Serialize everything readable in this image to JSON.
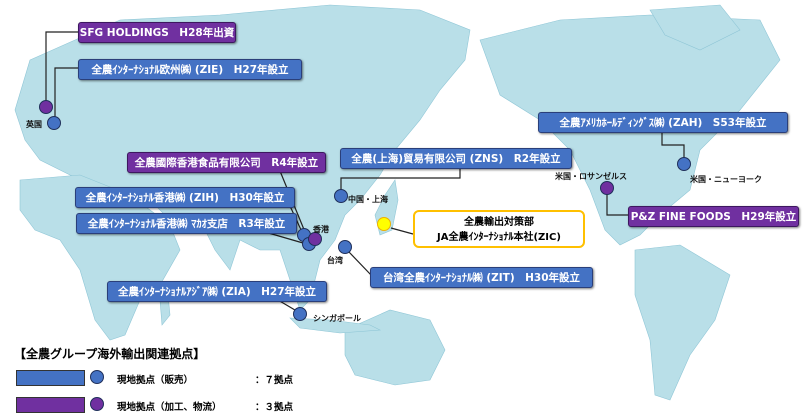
{
  "offices": {
    "sfg": "SFG HOLDINGS　H28年出資",
    "zie": "全農ｲﾝﾀｰﾅｼｮﾅﾙ欧州㈱ (ZIE)　H27年設立",
    "hkfood": "全農國際香港食品有限公司　R4年設立",
    "zns": "全農(上海)貿易有限公司 (ZNS)　R2年設立",
    "zih": "全農ｲﾝﾀｰﾅｼｮﾅﾙ香港㈱ (ZIH)　H30年設立",
    "macau": "全農ｲﾝﾀｰﾅｼｮﾅﾙ香港㈱ ﾏｶｵ支店　R3年設立",
    "zit": "台湾全農ｲﾝﾀｰﾅｼｮﾅﾙ㈱ (ZIT)　H30年設立",
    "zia": "全農ｲﾝﾀｰﾅｼｮﾅﾙｱｼﾞｱ㈱ (ZIA)　H27年設立",
    "zah": "全農ｱﾒﾘｶﾎｰﾙﾃﾞｨﾝｸﾞｽ㈱ (ZAH)　S53年設立",
    "pz": "P&Z FINE FOODS　H29年設立"
  },
  "hq": {
    "line1": "全農輸出対策部",
    "line2": "JA全農ｲﾝﾀｰﾅｼｮﾅﾙ本社(ZIC)"
  },
  "places": {
    "uk": "英国",
    "shanghai": "中国・上海",
    "hongkong": "香港",
    "taiwan": "台湾",
    "singapore": "シンガポール",
    "la": "米国・ロサンゼルス",
    "ny": "米国・ニューヨーク"
  },
  "legend": {
    "title": "【全農グループ海外輸出関連拠点】",
    "sales": "現地拠点（販売）",
    "sales_count": "：７拠点",
    "processing": "現地拠点（加工、物流）",
    "processing_count": "：３拠点"
  },
  "colors": {
    "sales": "#4472c4",
    "processing": "#7030a0",
    "hq": "#ffc000",
    "land": "#b9dfe8"
  }
}
